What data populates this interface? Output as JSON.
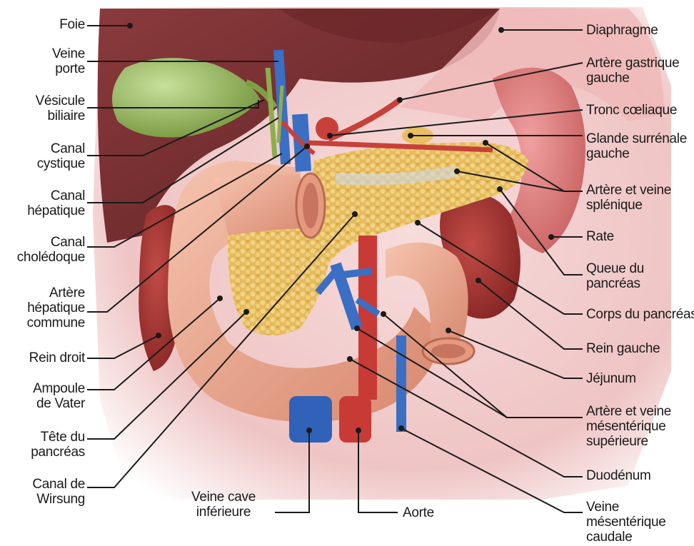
{
  "labels": {
    "left": {
      "foie": "Foie",
      "veine_porte": "Veine\nporte",
      "vesicule_biliaire": "Vésicule\nbiliaire",
      "canal_cystique": "Canal\ncystique",
      "canal_hepatique": "Canal\nhépatique",
      "canal_choledoque": "Canal\ncholédoque",
      "artere_hepatique_commune": "Artère\nhépatique\ncommune",
      "rein_droit": "Rein droit",
      "ampoule_de_vater": "Ampoule\nde Vater",
      "tete_du_pancreas": "Tête du\npancréas",
      "canal_de_wirsung": "Canal de\nWirsung"
    },
    "bottom": {
      "veine_cave_inferieure": "Veine cave\ninférieure",
      "aorte": "Aorte"
    },
    "right": {
      "diaphragme": "Diaphragme",
      "artere_gastrique_gauche": "Artère gastrique\ngauche",
      "tronc_coeliaque": "Tronc cœliaque",
      "glande_surrenale_gauche": "Glande surrénale\ngauche",
      "artere_veine_splenique": "Artère et veine\nsplénique",
      "rate": "Rate",
      "queue_du_pancreas": "Queue du\npancréas",
      "corps_du_pancreas": "Corps du pancréas",
      "rein_gauche": "Rein gauche",
      "jejunum": "Jéjunum",
      "artere_veine_mesenterique_superieure": "Artère et veine\nmésentérique\nsupérieure",
      "duodenum": "Duodénum",
      "veine_mesenterique_caudale": "Veine\nmésentérique\ncaudale"
    }
  },
  "colors": {
    "tissue_bg": "#f3d2d2",
    "liver": "#7a2e30",
    "gallbladder": "#9fc25a",
    "pancreas": "#e8c068",
    "duodenum": "#e9a890",
    "kidney": "#a8302e",
    "spleen": "#d86a6a",
    "vein": "#3a6fc4",
    "artery": "#c8403a",
    "leader_line": "#1a1a1a"
  }
}
